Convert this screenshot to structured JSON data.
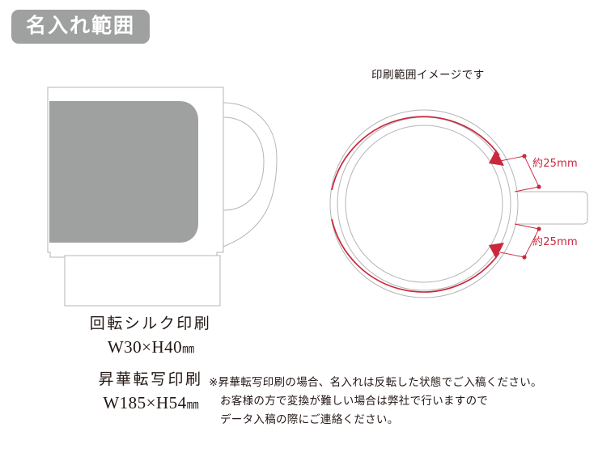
{
  "header": {
    "badge_label": "名入れ範囲",
    "badge_bg_color": "#9fa0a0",
    "badge_text_color": "#ffffff"
  },
  "top_view": {
    "caption": "印刷範囲イメージです",
    "dimension_labels": [
      {
        "name": "upper-gap",
        "text": "約25mm"
      },
      {
        "name": "lower-gap",
        "text": "約25mm"
      }
    ],
    "annotation_color": "#c9283e",
    "outline_color": "#b5b5b6"
  },
  "side_view": {
    "print_area_color": "#9fa0a0",
    "outline_color": "#b5b5b6"
  },
  "specs": [
    {
      "name": "silk",
      "method": "回転シルク印刷",
      "size_main": "W30×H40",
      "size_unit": "㎜"
    },
    {
      "name": "sublimation",
      "method": "昇華転写印刷",
      "size_main": "W185×H54",
      "size_unit": "㎜"
    }
  ],
  "note": {
    "line1": "※昇華転写印刷の場合、名入れは反転した状態でご入稿ください。",
    "line2": "お客様の方で変換が難しい場合は弊社で行いますので",
    "line3": "データ入稿の際にご連絡ください。"
  }
}
